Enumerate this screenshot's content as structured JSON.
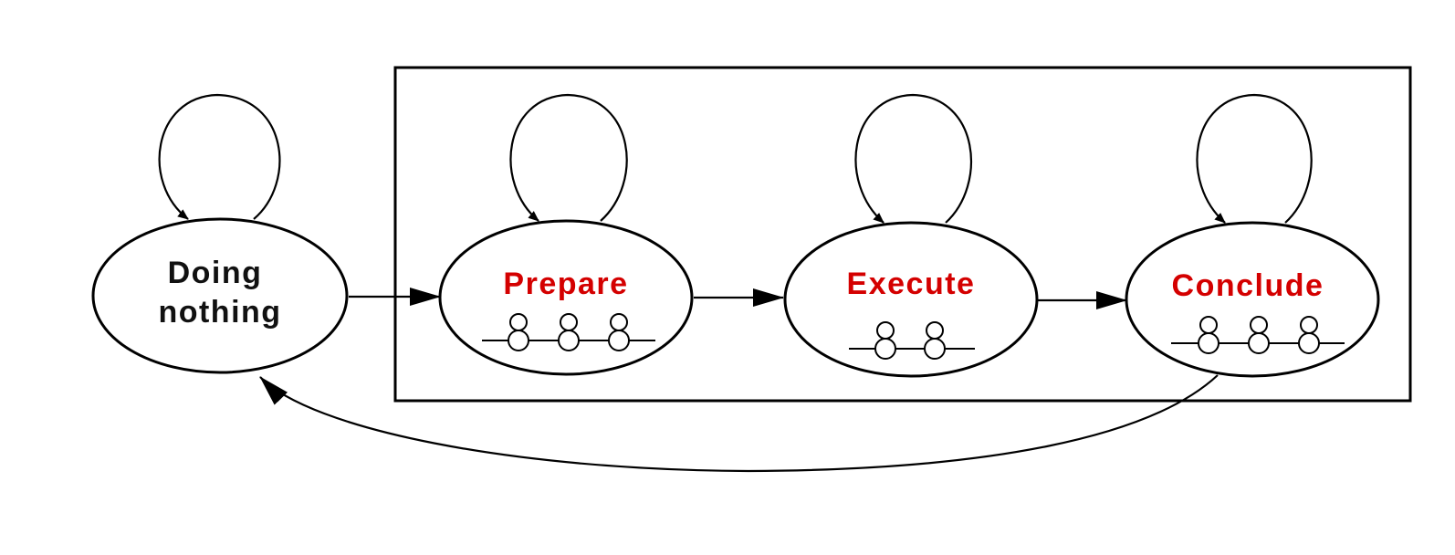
{
  "states": [
    {
      "id": "doing-nothing",
      "lines": [
        "Doing",
        "nothing"
      ],
      "color": "#111111",
      "people": 0
    },
    {
      "id": "prepare",
      "lines": [
        "Prepare"
      ],
      "color": "#d40000",
      "people": 3
    },
    {
      "id": "execute",
      "lines": [
        "Execute"
      ],
      "color": "#d40000",
      "people": 2
    },
    {
      "id": "conclude",
      "lines": [
        "Conclude"
      ],
      "color": "#d40000",
      "people": 3
    }
  ],
  "colors": {
    "stroke": "#000000",
    "dark_label": "#111111",
    "red_label": "#d40000"
  }
}
